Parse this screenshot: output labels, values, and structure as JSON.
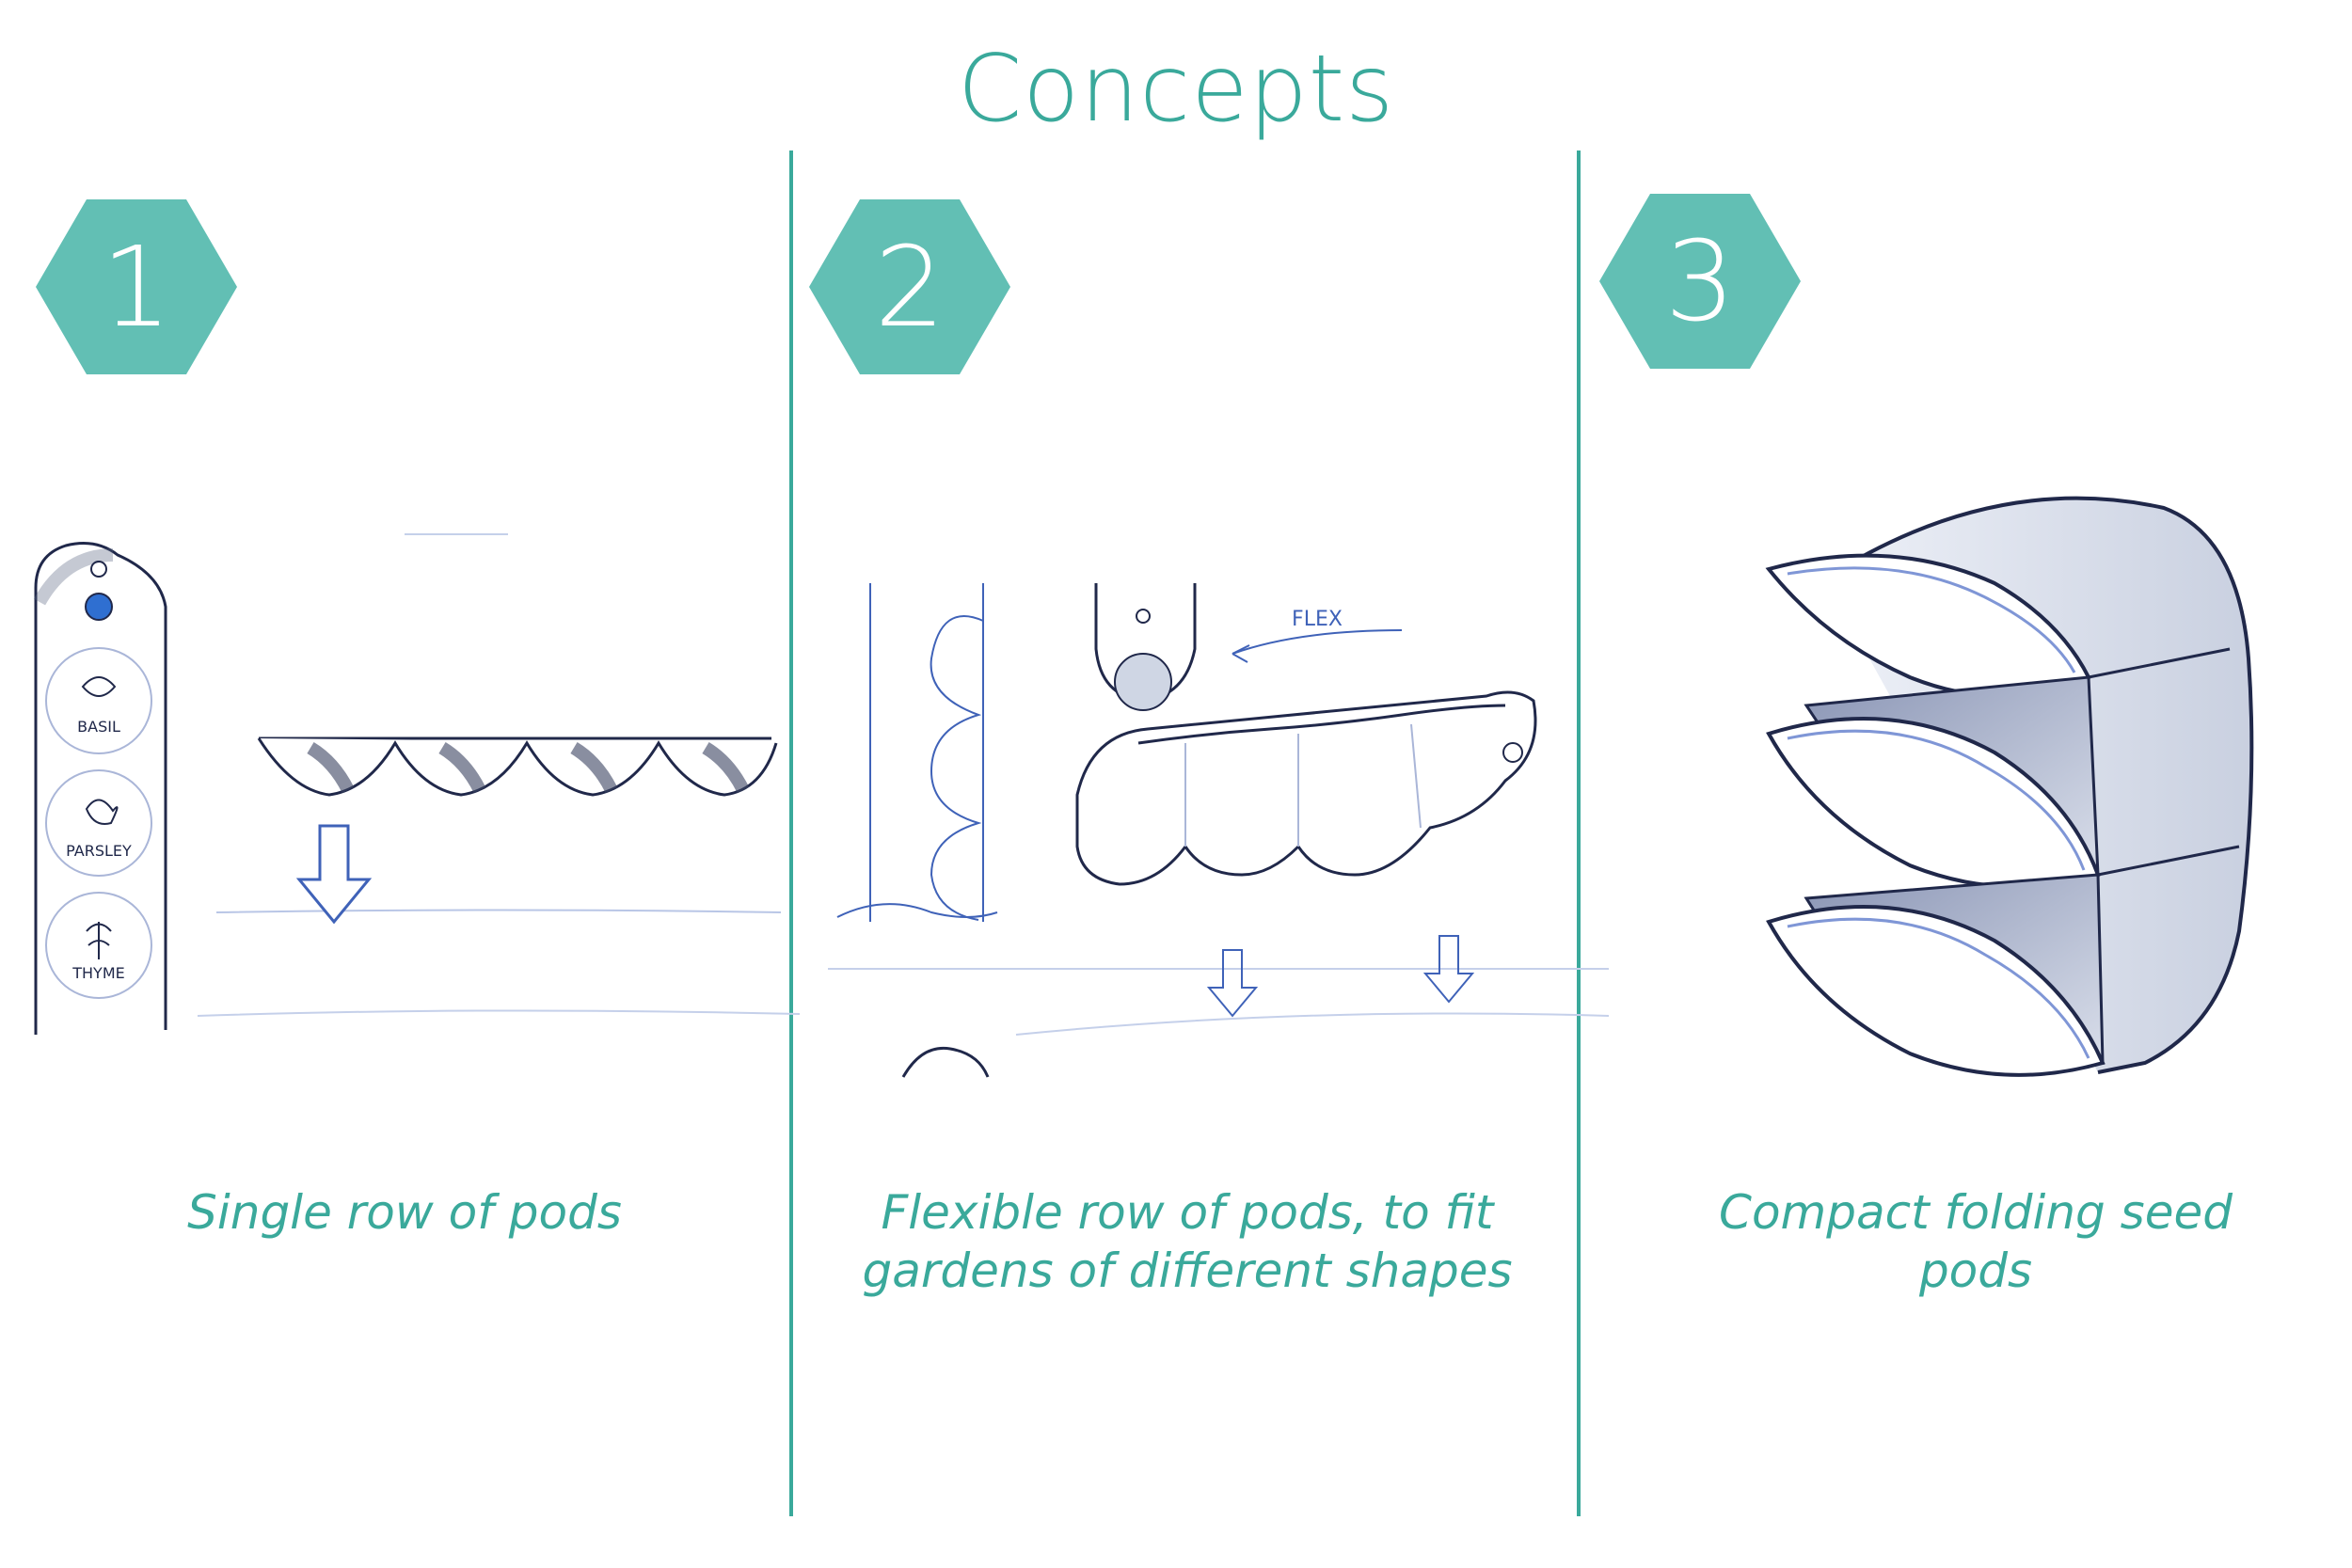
{
  "page": {
    "title": "Concepts",
    "accent_color": "#3aa99b"
  },
  "concepts": [
    {
      "number": "1",
      "caption": "Single row of pods",
      "sketch": {
        "icon": "single-row-pods-sketch",
        "pod_labels": [
          "BASIL",
          "PARSLEY",
          "THYME"
        ]
      }
    },
    {
      "number": "2",
      "caption": "Flexible row of pods, to fit gardens of different shapes",
      "sketch": {
        "icon": "flexible-row-pods-sketch",
        "annotation": "FLEX"
      }
    },
    {
      "number": "3",
      "caption": "Compact folding seed pods",
      "sketch": {
        "icon": "folding-seed-pods-sketch"
      }
    }
  ]
}
